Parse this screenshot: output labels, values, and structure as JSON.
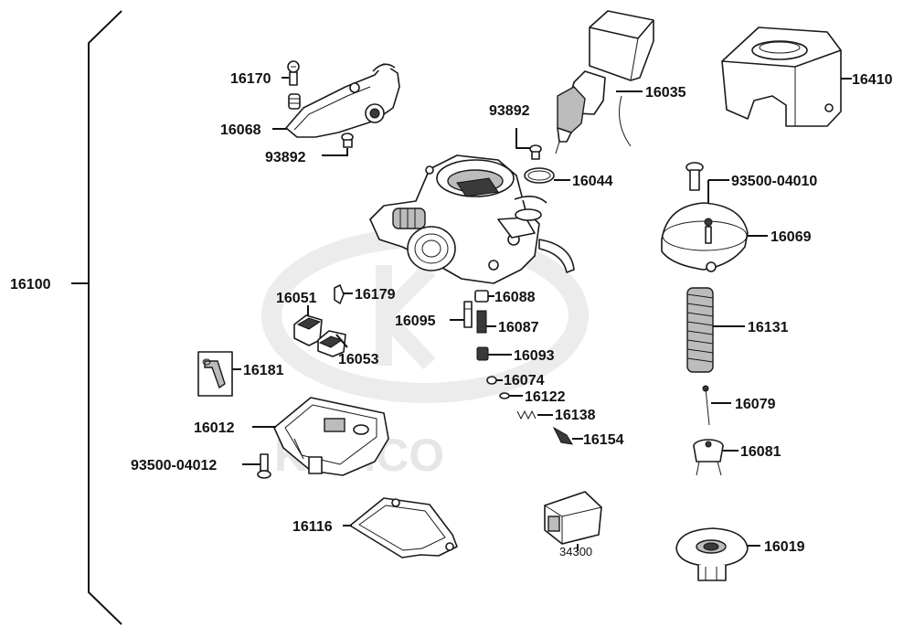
{
  "diagram": {
    "assembly_label": "16100",
    "watermark_text": "KYMCO",
    "labels": {
      "16170": "16170",
      "16068": "16068",
      "93892_left": "93892",
      "93892_right": "93892",
      "16035": "16035",
      "16410": "16410",
      "16044": "16044",
      "93500_04010": "93500-04010",
      "16069": "16069",
      "16051": "16051",
      "16179": "16179",
      "16053": "16053",
      "16088": "16088",
      "16095": "16095",
      "16087": "16087",
      "16093": "16093",
      "16131": "16131",
      "16181": "16181",
      "16074": "16074",
      "16122": "16122",
      "16138": "16138",
      "16079": "16079",
      "16012": "16012",
      "16154": "16154",
      "16081": "16081",
      "93500_04012": "93500-04012",
      "16116": "16116",
      "34300": "34300",
      "16019": "16019"
    }
  }
}
